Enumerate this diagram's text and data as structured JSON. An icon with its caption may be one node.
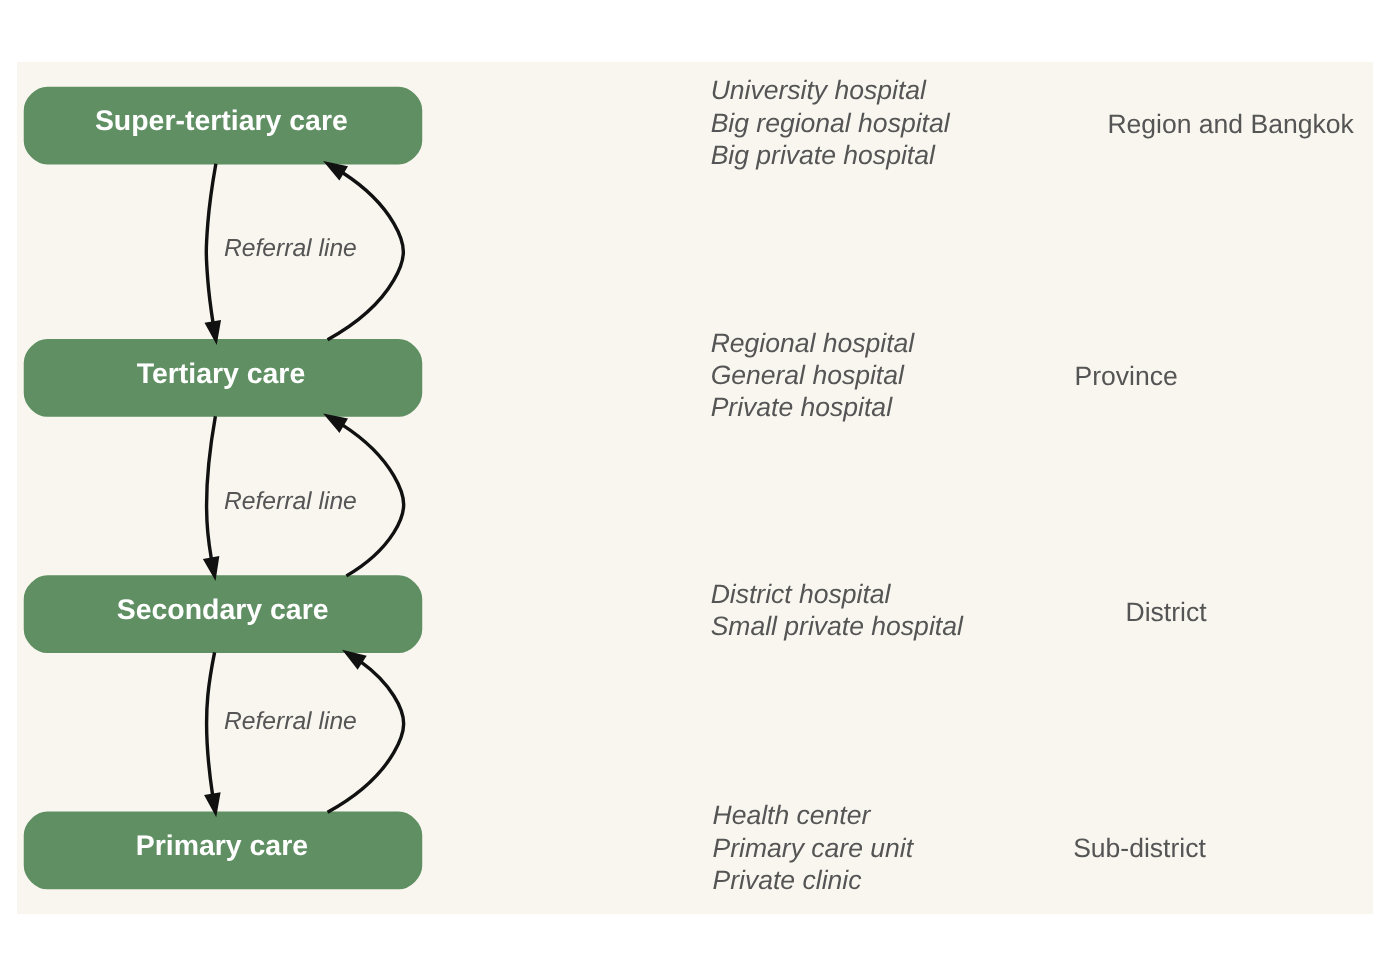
{
  "diagram": {
    "nodes": [
      {
        "text": [
          "Super-tertiary care"
        ],
        "beside": [
          "University hospital",
          "Big regional hospital",
          "Big private hospital"
        ]
      },
      {
        "text": [
          "Tertiary care"
        ],
        "beside": [
          "Regional hospital",
          "General hospital",
          "Private hospital"
        ]
      },
      {
        "text": [
          "Secondary care"
        ],
        "beside": [
          "District hospital",
          "Small private hospital"
        ]
      },
      {
        "text": [
          "Primary care"
        ],
        "beside": [
          "Health center",
          "Primary care unit",
          "Private clinic"
        ]
      }
    ],
    "edges": [
      {
        "from": 1,
        "to": 0,
        "arrow": "to"
      },
      {
        "from": 0,
        "to": 1,
        "arrow": "to",
        "label": "Referral line"
      },
      {
        "from": 2,
        "to": 1,
        "arrow": "to"
      },
      {
        "from": 1,
        "to": 2,
        "arrow": "to",
        "label": "Referral line"
      },
      {
        "from": 3,
        "to": 2,
        "arrow": "to"
      },
      {
        "from": 2,
        "to": 3,
        "arrow": "to",
        "label": "Referral line"
      }
    ],
    "labels": [
      "Region and Bangkok",
      "Province",
      "District",
      "Sub-district"
    ]
  }
}
